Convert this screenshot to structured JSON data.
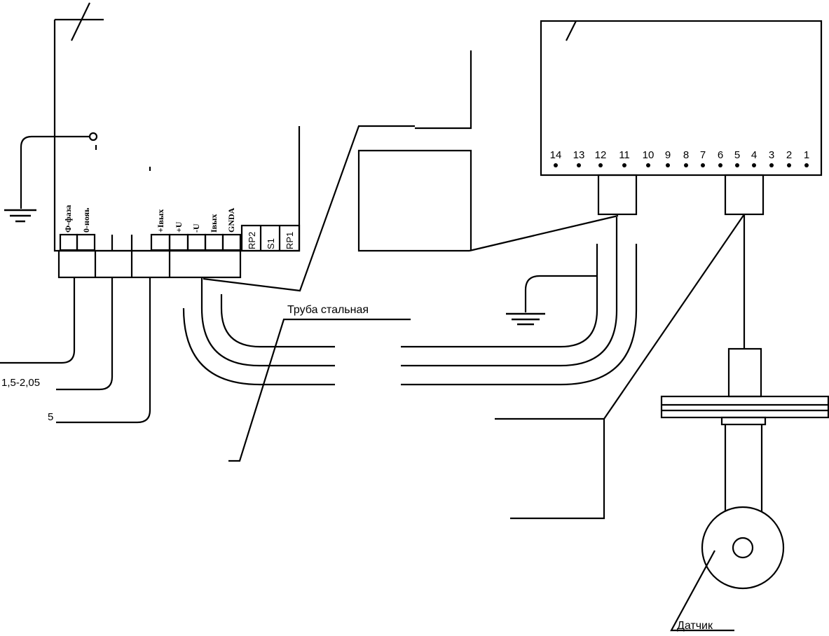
{
  "unit": {
    "top_terminals": [
      "Ф-фаза",
      "0-нояь",
      "+Iвых",
      "+U",
      "-U",
      "Iвых",
      "GNDA"
    ],
    "relays": [
      "RP2",
      "S1",
      "RP1"
    ],
    "cable_labels": [
      "1,5-2,05",
      "5"
    ]
  },
  "controller": {
    "pins": [
      "14",
      "13",
      "12",
      "11",
      "10",
      "9",
      "8",
      "7",
      "6",
      "5",
      "4",
      "3",
      "2",
      "1"
    ]
  },
  "labels": {
    "pipe": "Труба стальная",
    "sensor": "Датчик"
  },
  "colors": {
    "line": "#000000",
    "background": "#ffffff"
  }
}
